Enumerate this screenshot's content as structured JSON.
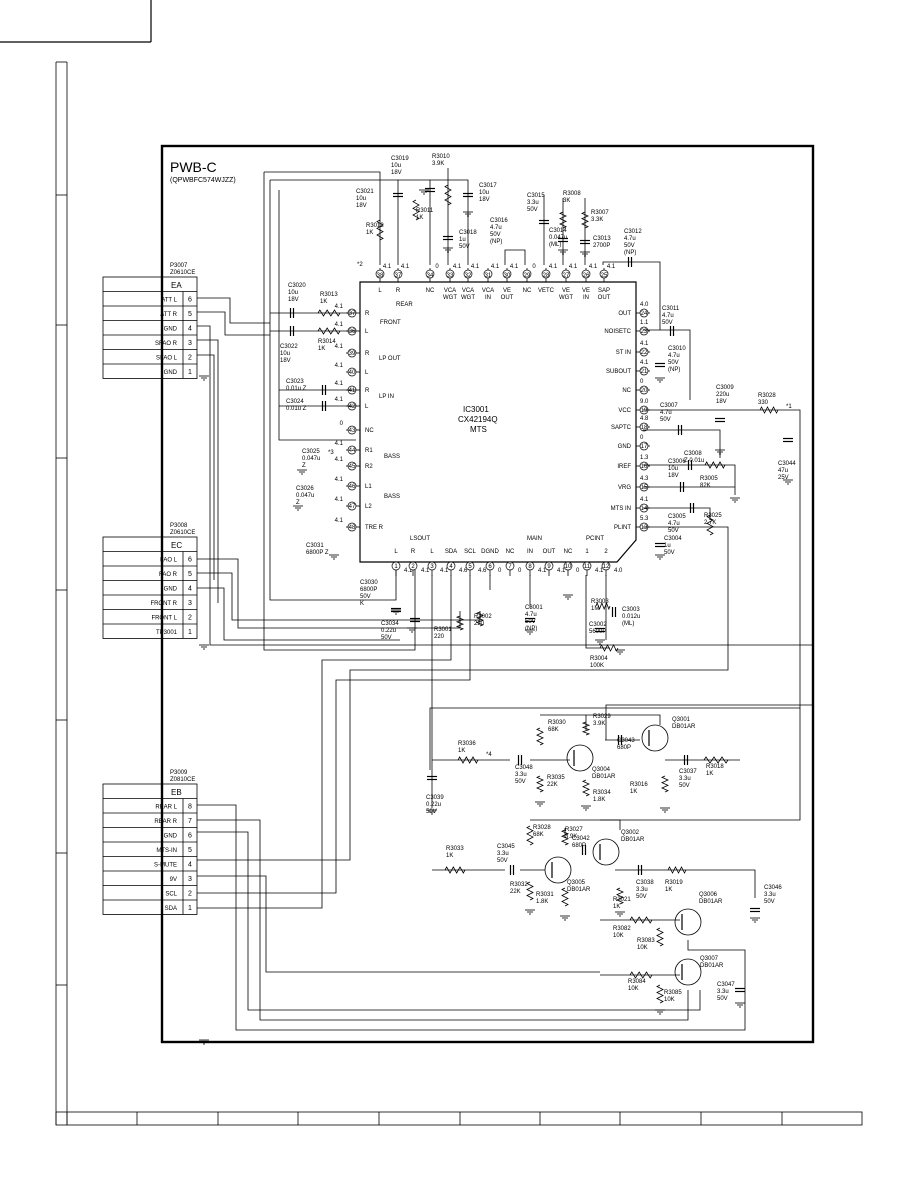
{
  "board": {
    "title": "PWB-C",
    "part": "(QPWBFC574WJZZ)"
  },
  "ic": {
    "ref": "IC3001",
    "part": "CX42194Q",
    "sub": "MTS",
    "top_pins": [
      {
        "n": "38",
        "v": "4.1",
        "l1": "L",
        "l2": ""
      },
      {
        "n": "37",
        "v": "4.1",
        "l1": "R",
        "l2": ""
      },
      {
        "n": "34",
        "v": "0",
        "l1": "NC",
        "l2": ""
      },
      {
        "n": "33",
        "v": "4.1",
        "l1": "VCA",
        "l2": "WGT"
      },
      {
        "n": "32",
        "v": "4.1",
        "l1": "VCA",
        "l2": "WGT"
      },
      {
        "n": "31",
        "v": "4.1",
        "l1": "VCA",
        "l2": "IN"
      },
      {
        "n": "30",
        "v": "4.1",
        "l1": "VE",
        "l2": "OUT"
      },
      {
        "n": "29",
        "v": "0",
        "l1": "NC",
        "l2": ""
      },
      {
        "n": "28",
        "v": "4.1",
        "l1": "VETC",
        "l2": ""
      },
      {
        "n": "27",
        "v": "4.1",
        "l1": "VE",
        "l2": "WGT"
      },
      {
        "n": "26",
        "v": "4.1",
        "l1": "VE",
        "l2": "IN"
      },
      {
        "n": "25",
        "v": "4.1",
        "l1": "SAP",
        "l2": "OUT"
      }
    ],
    "left_pins": [
      {
        "n": "37",
        "v": "4.1",
        "l": "R"
      },
      {
        "n": "36",
        "v": "4.1",
        "l": "L"
      },
      {
        "n": "39",
        "v": "4.1",
        "l": "R"
      },
      {
        "n": "40",
        "v": "4.1",
        "l": "L"
      },
      {
        "n": "41",
        "v": "4.1",
        "l": "R"
      },
      {
        "n": "42",
        "v": "4.1",
        "l": "L"
      },
      {
        "n": "43",
        "v": "0",
        "l": "NC"
      },
      {
        "n": "44",
        "v": "4.1",
        "l": "R1"
      },
      {
        "n": "45",
        "v": "4.1",
        "l": "R2"
      },
      {
        "n": "46",
        "v": "4.1",
        "l": "L1"
      },
      {
        "n": "47",
        "v": "4.1",
        "l": "L2"
      },
      {
        "n": "48",
        "v": "4.1",
        "l": "TRE R"
      }
    ],
    "right_pins": [
      {
        "n": "24",
        "v": "4.0",
        "l": "OUT"
      },
      {
        "n": "23",
        "v": "1.1",
        "l": "NOISETC"
      },
      {
        "n": "22",
        "v": "4.1",
        "l": "ST IN"
      },
      {
        "n": "21",
        "v": "4.1",
        "l": "SUBOUT"
      },
      {
        "n": "20",
        "v": "0",
        "l": "NC"
      },
      {
        "n": "19",
        "v": "9.0",
        "l": "VCC"
      },
      {
        "n": "18",
        "v": "4.8",
        "l": "SAPTC"
      },
      {
        "n": "17",
        "v": "0",
        "l": "GND"
      },
      {
        "n": "16",
        "v": "1.3",
        "l": "IREF"
      },
      {
        "n": "15",
        "v": "4.3",
        "l": "VRG"
      },
      {
        "n": "14",
        "v": "4.1",
        "l": "MTS IN"
      },
      {
        "n": "13",
        "v": "5.3",
        "l": "PLINT"
      }
    ],
    "bottom_pins": [
      {
        "n": "1",
        "v": "4.1",
        "l": "L"
      },
      {
        "n": "2",
        "v": "4.1",
        "l": "R"
      },
      {
        "n": "3",
        "v": "4.1",
        "l": "L"
      },
      {
        "n": "4",
        "v": "4.6",
        "l": "SDA"
      },
      {
        "n": "5",
        "v": "4.6",
        "l": "SCL"
      },
      {
        "n": "6",
        "v": "0",
        "l": "DGND"
      },
      {
        "n": "7",
        "v": "0",
        "l": "NC"
      },
      {
        "n": "8",
        "v": "4.1",
        "l": "IN"
      },
      {
        "n": "9",
        "v": "4.1",
        "l": "OUT"
      },
      {
        "n": "10",
        "v": "0",
        "l": "NC"
      },
      {
        "n": "11",
        "v": "4.1",
        "l": "1"
      },
      {
        "n": "12",
        "v": "4.0",
        "l": "2"
      }
    ],
    "groups": {
      "rear": "REAR",
      "front": "FRONT",
      "lpout": "LP OUT",
      "lpin": "LP IN",
      "bass1": "BASS",
      "bass2": "BASS",
      "lsout": "LSOUT",
      "main": "MAIN",
      "pcint": "PCINT"
    }
  },
  "connectors": [
    {
      "ref": "P3007",
      "part": "Z0610CE",
      "name": "EA",
      "pins": [
        {
          "label": "ATT L",
          "n": "6"
        },
        {
          "label": "ATT R",
          "n": "5"
        },
        {
          "label": "GND",
          "n": "4"
        },
        {
          "label": "SFAO R",
          "n": "3"
        },
        {
          "label": "SFAO L",
          "n": "2"
        },
        {
          "label": "GND",
          "n": "1"
        }
      ]
    },
    {
      "ref": "P3008",
      "part": "Z0610CE",
      "name": "EC",
      "pins": [
        {
          "label": "FAO L",
          "n": "6"
        },
        {
          "label": "FAO R",
          "n": "5"
        },
        {
          "label": "GND",
          "n": "4"
        },
        {
          "label": "FRONT R",
          "n": "3"
        },
        {
          "label": "FRONT L",
          "n": "2"
        },
        {
          "label": "TP3001",
          "n": "1"
        }
      ]
    },
    {
      "ref": "P3009",
      "part": "Z0810CE",
      "name": "EB",
      "pins": [
        {
          "label": "REAR L",
          "n": "8"
        },
        {
          "label": "REAR R",
          "n": "7"
        },
        {
          "label": "GND",
          "n": "6"
        },
        {
          "label": "MTS-IN",
          "n": "5"
        },
        {
          "label": "S-MUTE",
          "n": "4"
        },
        {
          "label": "9V",
          "n": "3"
        },
        {
          "label": "SCL",
          "n": "2"
        },
        {
          "label": "SDA",
          "n": "1"
        }
      ]
    }
  ],
  "parts": [
    {
      "id": "c3019",
      "lines": [
        "C3019",
        "10u",
        "18V"
      ]
    },
    {
      "id": "r3010",
      "lines": [
        "R3010",
        "3.9K"
      ]
    },
    {
      "id": "c3021",
      "lines": [
        "C3021",
        "10u",
        "18V"
      ]
    },
    {
      "id": "c3017",
      "lines": [
        "C3017",
        "10u",
        "18V"
      ]
    },
    {
      "id": "r3012",
      "lines": [
        "R3012",
        "1K"
      ]
    },
    {
      "id": "r3011",
      "lines": [
        "R3011",
        "1K"
      ]
    },
    {
      "id": "c3018",
      "lines": [
        "C3018",
        "1u",
        "50V"
      ]
    },
    {
      "id": "c3015",
      "lines": [
        "C3015",
        "3.3u",
        "50V"
      ]
    },
    {
      "id": "c3016",
      "lines": [
        "C3016",
        "4.7u",
        "50V",
        "(NP)"
      ]
    },
    {
      "id": "r3008",
      "lines": [
        "R3008",
        "3K"
      ]
    },
    {
      "id": "c3014",
      "lines": [
        "C3014",
        "0.047u",
        "(ML)"
      ]
    },
    {
      "id": "r3007",
      "lines": [
        "R3007",
        "3.3K"
      ]
    },
    {
      "id": "c3013",
      "lines": [
        "C3013",
        "2700P"
      ]
    },
    {
      "id": "c3012",
      "lines": [
        "C3012",
        "4.7u",
        "50V",
        "(NP)"
      ]
    },
    {
      "id": "c3020",
      "lines": [
        "C3020",
        "10u",
        "18V"
      ]
    },
    {
      "id": "r3013",
      "lines": [
        "R3013",
        "1K"
      ]
    },
    {
      "id": "c3022",
      "lines": [
        "C3022",
        "10u",
        "18V"
      ]
    },
    {
      "id": "r3014",
      "lines": [
        "R3014",
        "1K"
      ]
    },
    {
      "id": "c3023",
      "lines": [
        "C3023",
        "0.01u Z"
      ]
    },
    {
      "id": "c3024",
      "lines": [
        "C3024",
        "0.01u Z"
      ]
    },
    {
      "id": "c3025",
      "lines": [
        "C3025",
        "0.047u",
        "Z"
      ]
    },
    {
      "id": "c3026",
      "lines": [
        "C3026",
        "0.047u",
        "Z"
      ]
    },
    {
      "id": "c3031",
      "lines": [
        "C3031",
        "6800P Z"
      ]
    },
    {
      "id": "c3011",
      "lines": [
        "C3011",
        "4.7u",
        "50V"
      ]
    },
    {
      "id": "c3010",
      "lines": [
        "C3010",
        "4.7u",
        "50V",
        "(NP)"
      ]
    },
    {
      "id": "c3009",
      "lines": [
        "C3009",
        "220u",
        "18V"
      ]
    },
    {
      "id": "r3028",
      "lines": [
        "R3028",
        "330"
      ]
    },
    {
      "id": "c3007",
      "lines": [
        "C3007",
        "4.7u",
        "50V"
      ]
    },
    {
      "id": "c3044",
      "lines": [
        "C3044",
        "47u",
        "25V"
      ]
    },
    {
      "id": "c3008",
      "lines": [
        "C3008",
        "Z 0.01u"
      ]
    },
    {
      "id": "c3006",
      "lines": [
        "C3006",
        "10u",
        "18V"
      ]
    },
    {
      "id": "r3005",
      "lines": [
        "R3005",
        "82K"
      ]
    },
    {
      "id": "c3005",
      "lines": [
        "C3005",
        "4.7u",
        "50V"
      ]
    },
    {
      "id": "r3025",
      "lines": [
        "R3025",
        "2.7K"
      ]
    },
    {
      "id": "c3004",
      "lines": [
        "C3004",
        "1u",
        "50V"
      ]
    },
    {
      "id": "c3030",
      "lines": [
        "C3030",
        "6800P",
        "50V",
        "K"
      ]
    },
    {
      "id": "c3034",
      "lines": [
        "C3034",
        "0.22u",
        "50V"
      ]
    },
    {
      "id": "r3001",
      "lines": [
        "R3001",
        "220"
      ]
    },
    {
      "id": "r3002",
      "lines": [
        "R3002",
        "220"
      ]
    },
    {
      "id": "c3001",
      "lines": [
        "C3001",
        "4.7u",
        "50V",
        "(NP)"
      ]
    },
    {
      "id": "r3003",
      "lines": [
        "R3003",
        "1M"
      ]
    },
    {
      "id": "c3003",
      "lines": [
        "C3003",
        "0.012u",
        "(ML)"
      ]
    },
    {
      "id": "c3002",
      "lines": [
        "C3002",
        "5600P"
      ]
    },
    {
      "id": "r3004",
      "lines": [
        "R3004",
        "100K"
      ]
    },
    {
      "id": "r3030",
      "lines": [
        "R3030",
        "68K"
      ]
    },
    {
      "id": "r3029",
      "lines": [
        "R3029",
        "3.9K"
      ]
    },
    {
      "id": "q3001",
      "lines": [
        "Q3001",
        "DB01AR"
      ]
    },
    {
      "id": "r3036",
      "lines": [
        "R3036",
        "1K"
      ]
    },
    {
      "id": "c3043",
      "lines": [
        "C3043",
        "680P"
      ]
    },
    {
      "id": "c3048",
      "lines": [
        "C3048",
        "3.3u",
        "50V"
      ]
    },
    {
      "id": "r3035",
      "lines": [
        "R3035",
        "22K"
      ]
    },
    {
      "id": "q3004",
      "lines": [
        "Q3004",
        "DB01AR"
      ]
    },
    {
      "id": "r3018",
      "lines": [
        "R3018",
        "1K"
      ]
    },
    {
      "id": "c3037",
      "lines": [
        "C3037",
        "3.3u",
        "50V"
      ]
    },
    {
      "id": "r3016",
      "lines": [
        "R3016",
        "1K"
      ]
    },
    {
      "id": "r3034",
      "lines": [
        "R3034",
        "1.8K"
      ]
    },
    {
      "id": "c3039",
      "lines": [
        "C3039",
        "0.22u",
        "50V"
      ]
    },
    {
      "id": "r3028b",
      "lines": [
        "R3028",
        "68K"
      ]
    },
    {
      "id": "r3027",
      "lines": [
        "R3027",
        "3.9K"
      ]
    },
    {
      "id": "c3042",
      "lines": [
        "C3042",
        "680P"
      ]
    },
    {
      "id": "q3002",
      "lines": [
        "Q3002",
        "DB01AR"
      ]
    },
    {
      "id": "r3033",
      "lines": [
        "R3033",
        "1K"
      ]
    },
    {
      "id": "c3045",
      "lines": [
        "C3045",
        "3.3u",
        "50V"
      ]
    },
    {
      "id": "r3032",
      "lines": [
        "R3032",
        "22K"
      ]
    },
    {
      "id": "r3031",
      "lines": [
        "R3031",
        "1.8K"
      ]
    },
    {
      "id": "q3005",
      "lines": [
        "Q3005",
        "DB01AR"
      ]
    },
    {
      "id": "c3038",
      "lines": [
        "C3038",
        "3.3u",
        "50V"
      ]
    },
    {
      "id": "r3019",
      "lines": [
        "R3019",
        "1K"
      ]
    },
    {
      "id": "r3021",
      "lines": [
        "R3021",
        "1K"
      ]
    },
    {
      "id": "q3006",
      "lines": [
        "Q3006",
        "DB01AR"
      ]
    },
    {
      "id": "c3046",
      "lines": [
        "C3046",
        "3.3u",
        "50V"
      ]
    },
    {
      "id": "r3082",
      "lines": [
        "R3082",
        "10K"
      ]
    },
    {
      "id": "r3083",
      "lines": [
        "R3083",
        "10K"
      ]
    },
    {
      "id": "q3007",
      "lines": [
        "Q3007",
        "DB01AR"
      ]
    },
    {
      "id": "r3084",
      "lines": [
        "R3084",
        "10K"
      ]
    },
    {
      "id": "r3085",
      "lines": [
        "R3085",
        "10K"
      ]
    },
    {
      "id": "c3047",
      "lines": [
        "C3047",
        "3.3u",
        "50V"
      ]
    }
  ],
  "marks": {
    "a2": "*2",
    "a1": "*1",
    "a3": "*3",
    "a4": "*4"
  }
}
